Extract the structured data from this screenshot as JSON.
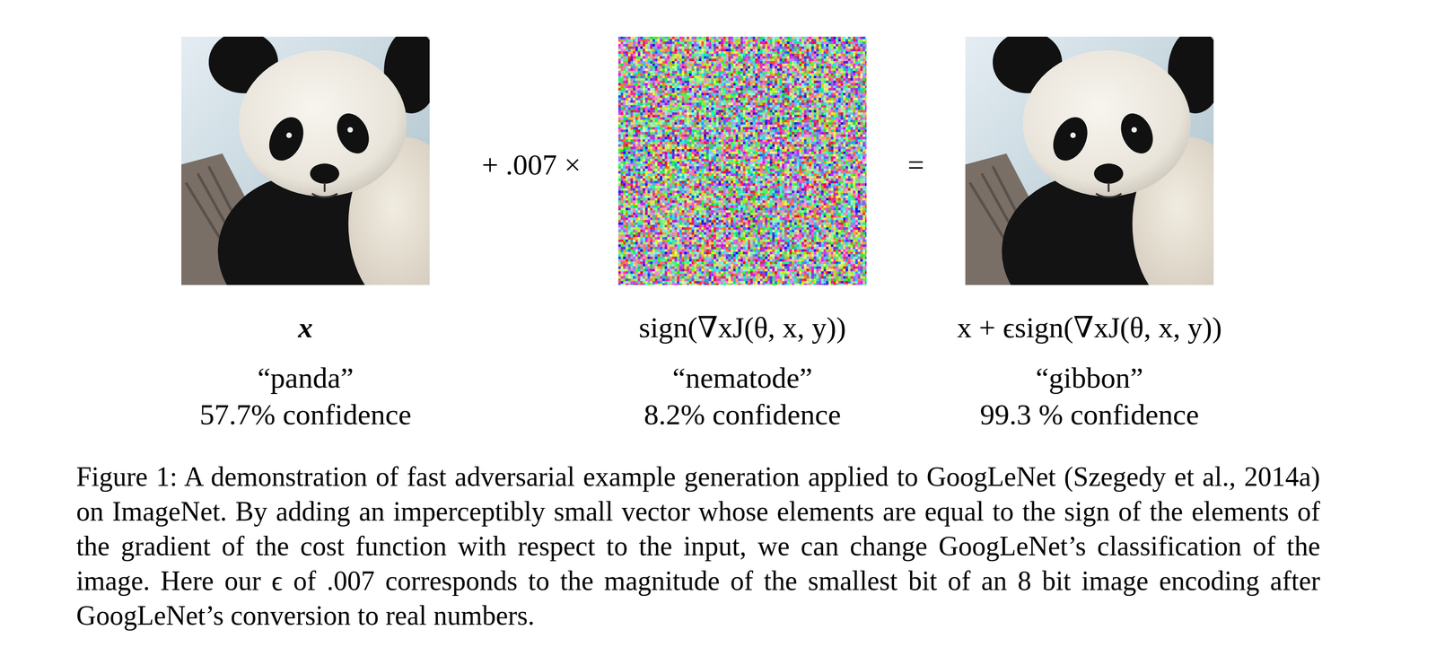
{
  "diagram": {
    "caption": "Figure 1: A demonstration of fast adversarial example generation applied to GoogLeNet (Szegedy et al., 2014a) on ImageNet. By adding an imperceptibly small vector whose elements are equal to the sign of the elements of the gradient of the cost function with respect to the input, we can change GoogLeNet’s classification of the image. Here our ϵ of .007 corresponds to the magnitude of the smallest bit of an 8 bit image encoding after GoogLeNet’s conversion to real numbers.",
    "nodes": [
      {
        "text": [
          "x",
          "“panda”",
          "57.7% confidence"
        ]
      },
      {
        "text": [
          "sign(∇xJ(θ, x, y))",
          "“nematode”",
          "8.2% confidence"
        ]
      },
      {
        "text": [
          "x + ϵsign(∇xJ(θ, x, y))",
          "“gibbon”",
          "99.3 % confidence"
        ]
      }
    ],
    "labels": [
      "+ .007 ×",
      "="
    ]
  }
}
